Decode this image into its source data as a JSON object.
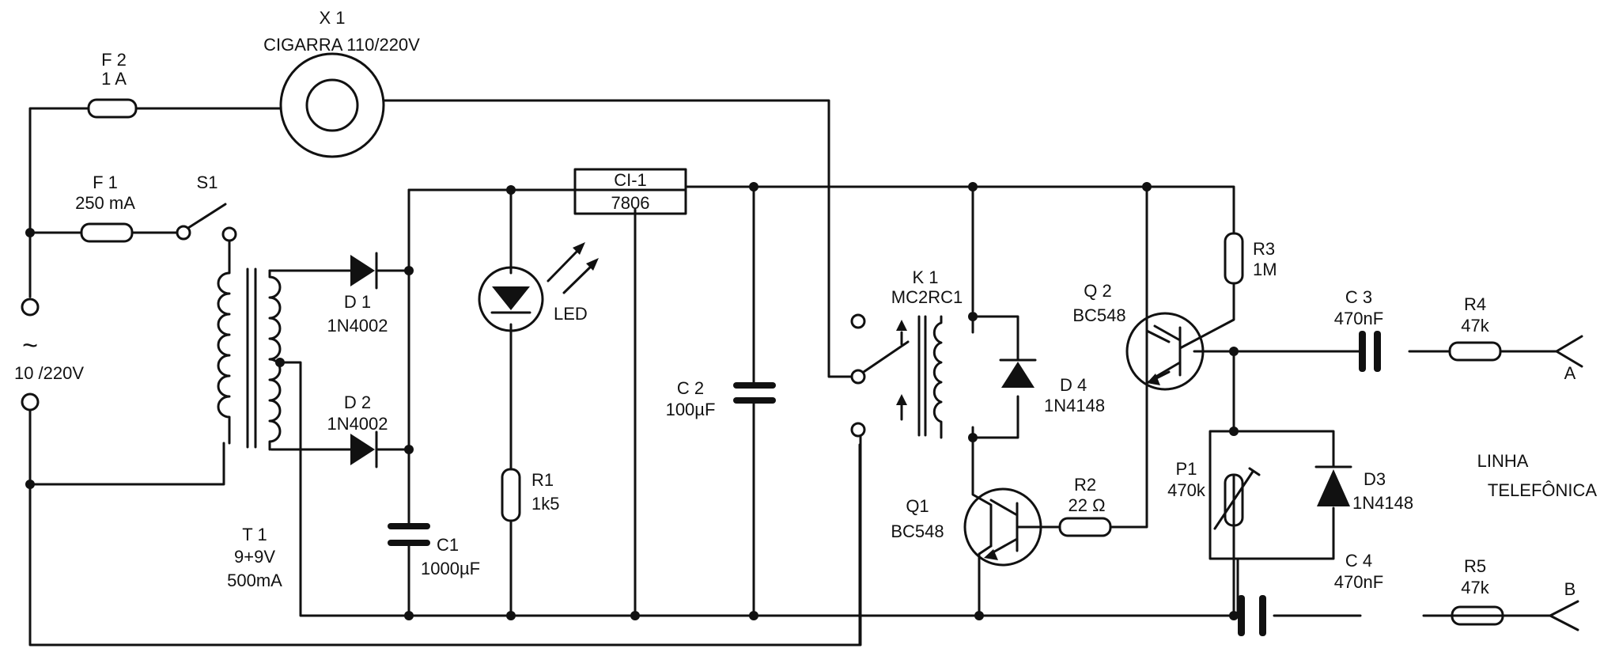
{
  "components": {
    "x1": {
      "ref": "X 1",
      "desc": "CIGARRA 110/220V"
    },
    "f2": {
      "ref": "F 2",
      "value": "1 A"
    },
    "f1": {
      "ref": "F 1",
      "value": "250 mA"
    },
    "s1": {
      "ref": "S1"
    },
    "mains": {
      "symbol": "~",
      "value": "10 /220V"
    },
    "t1": {
      "ref": "T 1",
      "value1": "9+9V",
      "value2": "500mA"
    },
    "d1": {
      "ref": "D 1",
      "value": "1N4002"
    },
    "d2": {
      "ref": "D 2",
      "value": "1N4002"
    },
    "c1": {
      "ref": "C1",
      "value": "1000µF"
    },
    "ci1": {
      "ref": "CI-1",
      "value": "7806"
    },
    "led": {
      "ref": "LED"
    },
    "r1": {
      "ref": "R1",
      "value": "1k5"
    },
    "c2": {
      "ref": "C 2",
      "value": "100µF"
    },
    "k1": {
      "ref": "K 1",
      "value": "MC2RC1"
    },
    "d4": {
      "ref": "D 4",
      "value": "1N4148"
    },
    "q1": {
      "ref": "Q1",
      "value": "BC548"
    },
    "r2": {
      "ref": "R2",
      "value": "22 Ω"
    },
    "q2": {
      "ref": "Q 2",
      "value": "BC548"
    },
    "r3": {
      "ref": "R3",
      "value": "1M"
    },
    "p1": {
      "ref": "P1",
      "value": "470k"
    },
    "d3": {
      "ref": "D3",
      "value": "1N4148"
    },
    "c3": {
      "ref": "C 3",
      "value": "470nF"
    },
    "r4": {
      "ref": "R4",
      "value": "47k"
    },
    "c4": {
      "ref": "C 4",
      "value": "470nF"
    },
    "r5": {
      "ref": "R5",
      "value": "47k"
    }
  },
  "line": {
    "label1": "LINHA",
    "label2": "TELEFÔNICA",
    "term_a": "A",
    "term_b": "B"
  }
}
